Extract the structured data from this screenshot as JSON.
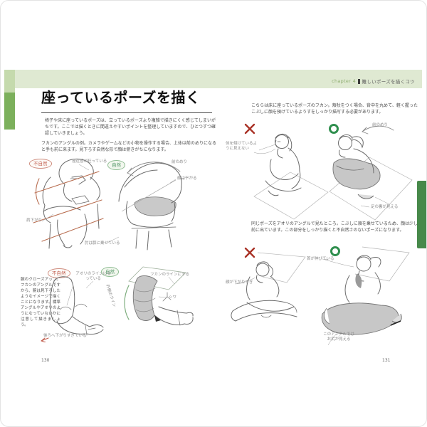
{
  "header": {
    "chapter": "chapter 4",
    "section": "難しいポーズを描くコツ"
  },
  "title": "座っているポーズを描く",
  "intro_left": "椅子や床に座っているポーズは、立っているポーズより複雑で描きにくく感じてしまいがちです。ここでは描くときに間違えやすいポイントを整理していますので、ひとつずつ確認していきましょう。",
  "labels": {
    "unnatural": "不自然",
    "natural": "自然"
  },
  "left_page": {
    "page_number": "130",
    "section1": {
      "caption": "フカンのアングルの例。カメラやゲームなどの小物を操作する場合、上体は前のめりになると手も前に来ます。見下ろす自然な形で顔は俯きがちになります。",
      "bad_annotations": [
        "遠近感が狂っている",
        "肩下がり"
      ],
      "good_annotations": [
        "前のめり",
        "顔は下がる",
        "肘は膝に乗せている"
      ]
    },
    "section2": {
      "caption": "腕のクローズアップ。フカンのアングルですから、腕は見下ろしたようなイメージで描くことになります。標準アングルやアオリのようになっていないかに注意して描きましょう。",
      "bad_annotations": [
        "アオリのラインになっている",
        "後ろへ下がりすぎている"
      ],
      "good_annotations": [
        "フカンのラインにする",
        "シワ",
        "外側のライン"
      ]
    }
  },
  "right_page": {
    "page_number": "131",
    "section1": {
      "caption": "こちらは床に座っているポーズのフカン。頬杖をつく場合、背中を丸めて、軽く握ったこぶしに顔を預けているようすをしっかり描写する必要があります。",
      "bad_annotations": [
        "体を傾けているように見えない"
      ],
      "good_annotations": [
        "前のめり",
        "足の裏が見える"
      ]
    },
    "section2": {
      "caption": "同じポーズをアオリのアングルで見たところ。こぶしに頬を乗せているため、顔は少し前に出ています。この部分をしっかり描くと不自然さのないポーズになります。",
      "bad_annotations": [
        "顔が下がりすぎ"
      ],
      "good_annotations": [
        "首が伸びている",
        "このアングルではお尻が見える"
      ]
    }
  },
  "colors": {
    "band_green": "#dfe9d2",
    "bar_green_light": "#c5daad",
    "bar_green": "#7cb05c",
    "tab_green": "#47894a",
    "bad_red": "#c05a4a",
    "good_green": "#4f9464",
    "x_mark": "#a93226",
    "o_mark": "#2f8f4e",
    "sketch_gray": "#6b6b6b",
    "guide_red": "#b96f52"
  }
}
